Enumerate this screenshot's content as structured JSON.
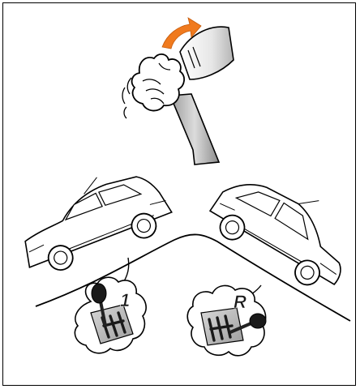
{
  "illustration": {
    "topic": "parking-brake-and-gear-on-slope",
    "uphill_gear": {
      "label": "1"
    },
    "downhill_gear": {
      "label": "R"
    },
    "colors": {
      "outline": "#000000",
      "arrow": "#f07a1e",
      "glove": "#ffffff",
      "gear_plate": "#c8c8c8",
      "gear_plate_dark": "#8a8a8a",
      "knob": "#1a1a1a"
    }
  }
}
